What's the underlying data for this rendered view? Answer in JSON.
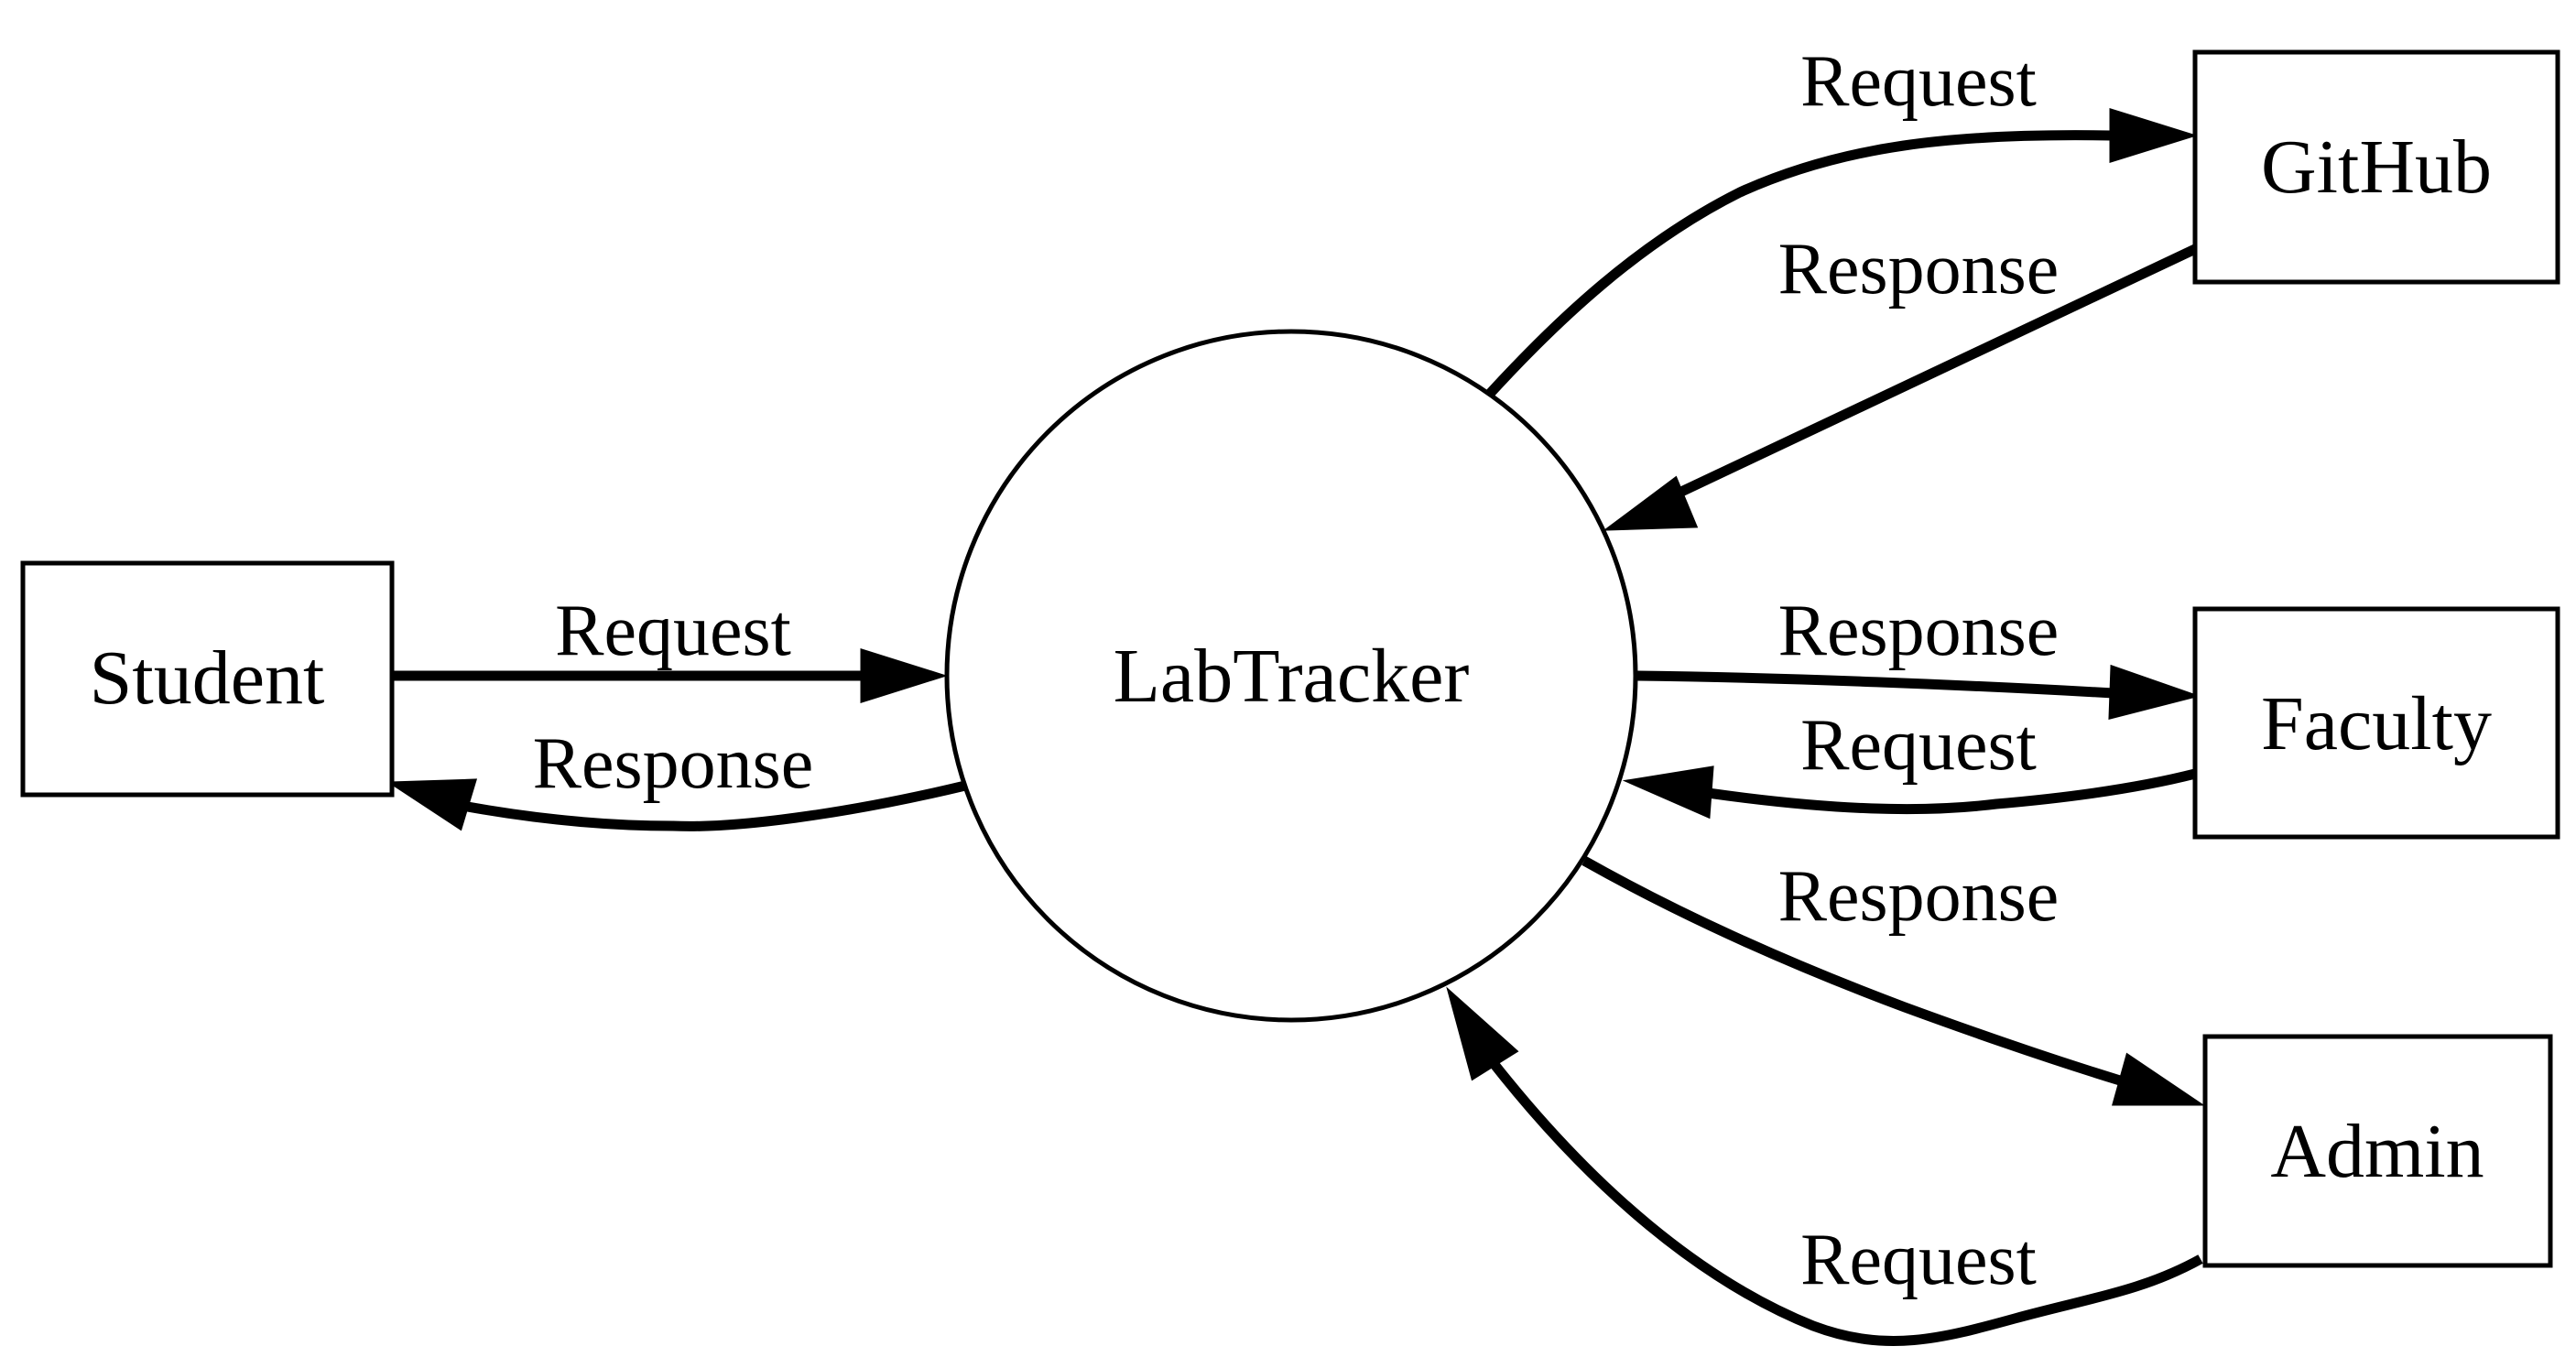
{
  "diagram": {
    "type": "context-diagram",
    "central_process": {
      "label": "LabTracker"
    },
    "entities": [
      {
        "id": "student",
        "label": "Student"
      },
      {
        "id": "github",
        "label": "GitHub"
      },
      {
        "id": "faculty",
        "label": "Faculty"
      },
      {
        "id": "admin",
        "label": "Admin"
      }
    ],
    "flows": [
      {
        "id": "student-to-labtracker",
        "from": "Student",
        "to": "LabTracker",
        "label": "Request"
      },
      {
        "id": "labtracker-to-student",
        "from": "LabTracker",
        "to": "Student",
        "label": "Response"
      },
      {
        "id": "labtracker-to-github",
        "from": "LabTracker",
        "to": "GitHub",
        "label": "Request"
      },
      {
        "id": "github-to-labtracker",
        "from": "GitHub",
        "to": "LabTracker",
        "label": "Response"
      },
      {
        "id": "labtracker-to-faculty",
        "from": "LabTracker",
        "to": "Faculty",
        "label": "Response"
      },
      {
        "id": "faculty-to-labtracker",
        "from": "Faculty",
        "to": "LabTracker",
        "label": "Request"
      },
      {
        "id": "labtracker-to-admin",
        "from": "LabTracker",
        "to": "Admin",
        "label": "Response"
      },
      {
        "id": "admin-to-labtracker",
        "from": "Admin",
        "to": "LabTracker",
        "label": "Request"
      }
    ]
  }
}
